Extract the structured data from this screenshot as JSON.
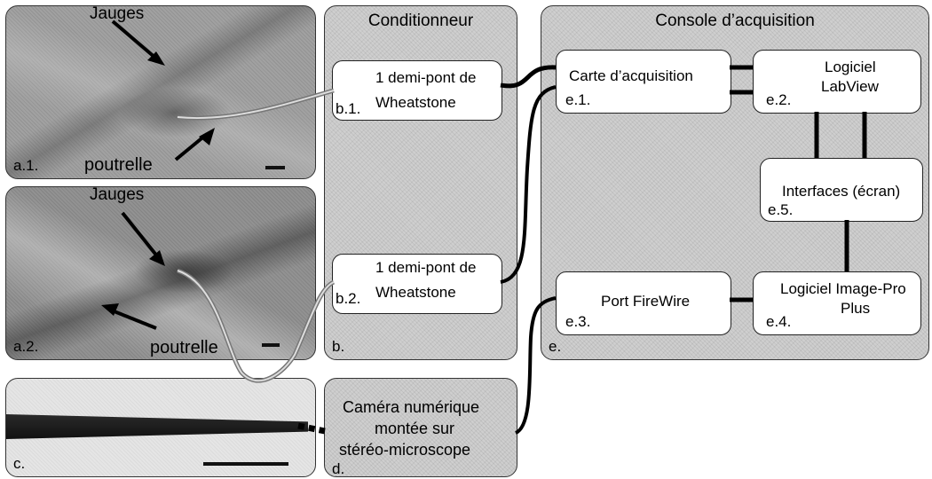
{
  "photos": {
    "a1": {
      "label": "a.1.",
      "gauge": "Jauges",
      "beam": "poutrelle"
    },
    "a2": {
      "label": "a.2.",
      "gauge": "Jauges",
      "beam": "poutrelle"
    },
    "c": {
      "label": "c."
    }
  },
  "conditioner": {
    "title": "Conditionneur",
    "label": "b.",
    "b1": {
      "line1": "1 demi-pont de",
      "line2": "Wheatstone",
      "id": "b.1."
    },
    "b2": {
      "line1": "1 demi-pont de",
      "line2": "Wheatstone",
      "id": "b.2."
    }
  },
  "camera": {
    "line1": "Caméra numérique",
    "line2": "montée sur",
    "line3": "stéréo-microscope",
    "id": "d."
  },
  "console": {
    "title": "Console d’acquisition",
    "label": "e.",
    "e1": {
      "text": "Carte d’acquisition",
      "id": "e.1."
    },
    "e2": {
      "line1": "Logiciel",
      "line2": "LabView",
      "id": "e.2."
    },
    "e3": {
      "text": "Port FireWire",
      "id": "e.3."
    },
    "e4": {
      "line1": "Logiciel Image-Pro",
      "line2": "Plus",
      "id": "e.4."
    },
    "e5": {
      "text": "Interfaces (écran)",
      "id": "e.5."
    }
  }
}
